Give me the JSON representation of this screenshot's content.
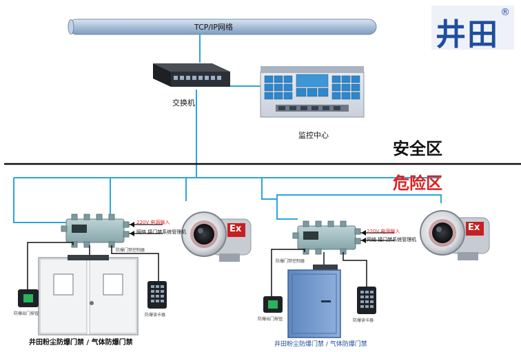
{
  "diagram": {
    "network_bus_label": "TCP/IP网络",
    "switch_label": "交换机",
    "monitor_center_label": "监控中心",
    "safe_zone_label": "安全区",
    "danger_zone_label": "危险区",
    "ex_mark": "Ex",
    "left_system": {
      "caption": "井田粉尘防爆门禁 / 气体防爆门禁",
      "power_input": "220V 电源输入",
      "wiring_note": "网络 接门禁系统管理机",
      "door_button_note": "防爆出门按钮",
      "reader_note": "防爆读卡器",
      "controller_note": "防爆门禁控制器"
    },
    "right_system": {
      "caption": "井田粉尘防爆门禁 / 气体防爆门禁",
      "power_input": "220V 电源输入",
      "wiring_note": "网络 接门禁系统管理机",
      "door_button_note": "防爆出门按钮",
      "reader_note": "防爆读卡器",
      "controller_note": "防爆门禁控制器"
    }
  },
  "logo": {
    "text": "井田",
    "registered": "®",
    "color": "#1f4e9c"
  },
  "colors": {
    "link": "#2aa6d8",
    "danger": "#e02020",
    "dark": "#111111"
  }
}
